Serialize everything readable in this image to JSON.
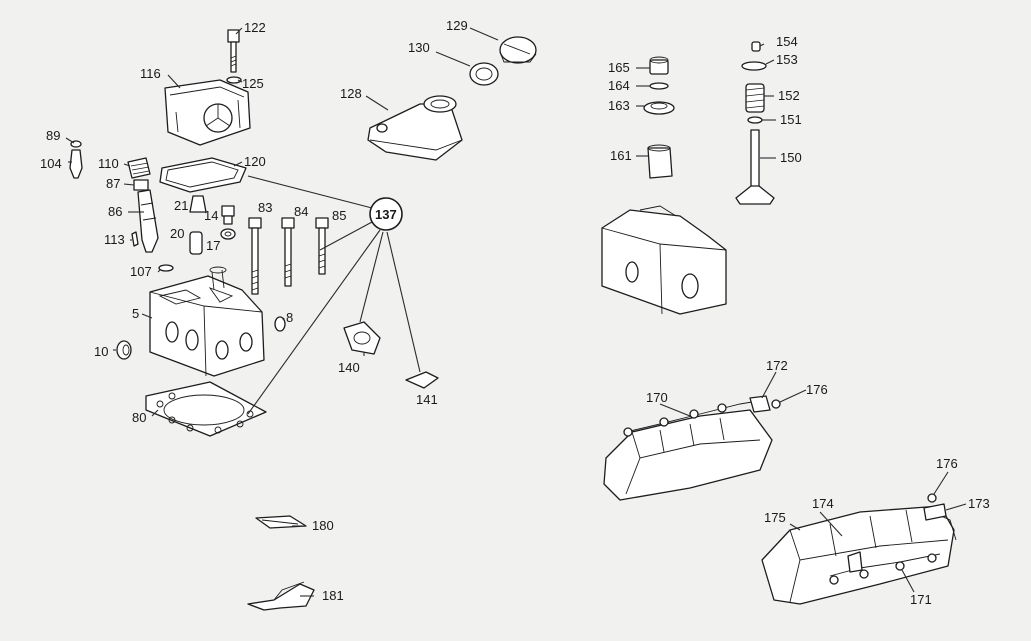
{
  "labels": {
    "l122": "122",
    "l125": "125",
    "l116": "116",
    "l89": "89",
    "l104": "104",
    "l110": "110",
    "l87": "87",
    "l86": "86",
    "l120": "120",
    "l21": "21",
    "l14": "14",
    "l83": "83",
    "l84": "84",
    "l85": "85",
    "l113": "113",
    "l20": "20",
    "l17": "17",
    "l107": "107",
    "l5": "5",
    "l8": "8",
    "l10": "10",
    "l80": "80",
    "l128": "128",
    "l129": "129",
    "l130": "130",
    "l137": "137",
    "l140": "140",
    "l141": "141",
    "l180": "180",
    "l181": "181",
    "l154": "154",
    "l153": "153",
    "l165": "165",
    "l164": "164",
    "l163": "163",
    "l152": "152",
    "l151": "151",
    "l161": "161",
    "l150": "150",
    "l172": "172",
    "l170": "170",
    "l176a": "176",
    "l176b": "176",
    "l173": "173",
    "l174": "174",
    "l175": "175",
    "l171": "171"
  }
}
